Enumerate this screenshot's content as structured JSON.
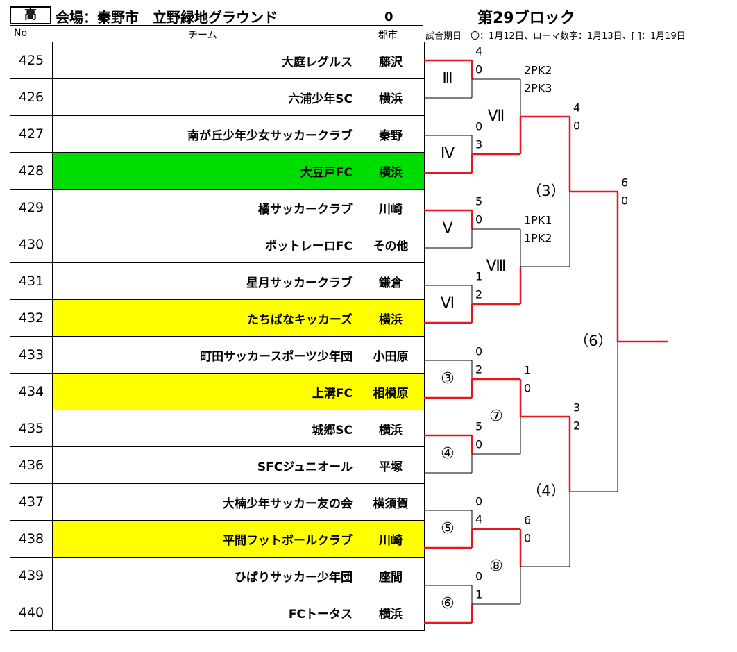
{
  "header": {
    "badge": "高",
    "venue": "会場：秦野市　立野緑地グラウンド",
    "zero": "0",
    "block": "第29ブロック",
    "col_no": "No",
    "col_team": "チーム",
    "col_city": "郡市",
    "dates": "試合期日　〇：1月12日、ローマ数字：1月13日、[ ]：1月19日"
  },
  "colors": {
    "winner_line": "#e8141e",
    "green": "#00dd00",
    "yellow": "#ffff00"
  },
  "teams": [
    {
      "no": "425",
      "name": "大庭レグルス",
      "city": "藤沢",
      "highlight": ""
    },
    {
      "no": "426",
      "name": "六浦少年SC",
      "city": "横浜",
      "highlight": ""
    },
    {
      "no": "427",
      "name": "南が丘少年少女サッカークラブ",
      "city": "秦野",
      "highlight": ""
    },
    {
      "no": "428",
      "name": "大豆戸FC",
      "city": "横浜",
      "highlight": "green"
    },
    {
      "no": "429",
      "name": "橘サッカークラブ",
      "city": "川崎",
      "highlight": ""
    },
    {
      "no": "430",
      "name": "ポットレーロFC",
      "city": "その他",
      "highlight": ""
    },
    {
      "no": "431",
      "name": "星月サッカークラブ",
      "city": "鎌倉",
      "highlight": ""
    },
    {
      "no": "432",
      "name": "たちばなキッカーズ",
      "city": "横浜",
      "highlight": "yellow"
    },
    {
      "no": "433",
      "name": "町田サッカースポーツ少年団",
      "city": "小田原",
      "highlight": ""
    },
    {
      "no": "434",
      "name": "上溝FC",
      "city": "相模原",
      "highlight": "yellow"
    },
    {
      "no": "435",
      "name": "城郷SC",
      "city": "横浜",
      "highlight": ""
    },
    {
      "no": "436",
      "name": "SFCジュニオール",
      "city": "平塚",
      "highlight": ""
    },
    {
      "no": "437",
      "name": "大楠少年サッカー友の会",
      "city": "横須賀",
      "highlight": ""
    },
    {
      "no": "438",
      "name": "平間フットボールクラブ",
      "city": "川崎",
      "highlight": "yellow"
    },
    {
      "no": "439",
      "name": "ひばりサッカー少年団",
      "city": "座間",
      "highlight": ""
    },
    {
      "no": "440",
      "name": "FCトータス",
      "city": "横浜",
      "highlight": ""
    }
  ],
  "bracket": {
    "r1": [
      {
        "label": "Ⅲ",
        "score_top": "4",
        "score_bottom": "0",
        "winner": "top"
      },
      {
        "label": "Ⅳ",
        "score_top": "0",
        "score_bottom": "3",
        "winner": "bottom"
      },
      {
        "label": "Ⅴ",
        "score_top": "5",
        "score_bottom": "0",
        "winner": "top"
      },
      {
        "label": "Ⅵ",
        "score_top": "1",
        "score_bottom": "2",
        "winner": "bottom"
      },
      {
        "label": "③",
        "score_top": "0",
        "score_bottom": "2",
        "winner": "bottom"
      },
      {
        "label": "④",
        "score_top": "5",
        "score_bottom": "0",
        "winner": "top"
      },
      {
        "label": "⑤",
        "score_top": "0",
        "score_bottom": "4",
        "winner": "bottom"
      },
      {
        "label": "⑥",
        "score_top": "0",
        "score_bottom": "1",
        "winner": "bottom"
      }
    ],
    "r2": [
      {
        "label": "Ⅶ",
        "score_top": "2PK2",
        "score_bottom": "2PK3",
        "winner": "bottom"
      },
      {
        "label": "Ⅷ",
        "score_top": "1PK1",
        "score_bottom": "1PK2",
        "winner": "bottom"
      },
      {
        "label": "⑦",
        "score_top": "1",
        "score_bottom": "0",
        "winner": "top"
      },
      {
        "label": "⑧",
        "score_top": "6",
        "score_bottom": "0",
        "winner": "top"
      }
    ],
    "r3": [
      {
        "label": "（3）",
        "score_top": "4",
        "score_bottom": "0",
        "winner": "top"
      },
      {
        "label": "（4）",
        "score_top": "3",
        "score_bottom": "2",
        "winner": "top"
      }
    ],
    "final": {
      "label": "（6）",
      "score_top": "6",
      "score_bottom": "0",
      "winner": "top"
    }
  }
}
